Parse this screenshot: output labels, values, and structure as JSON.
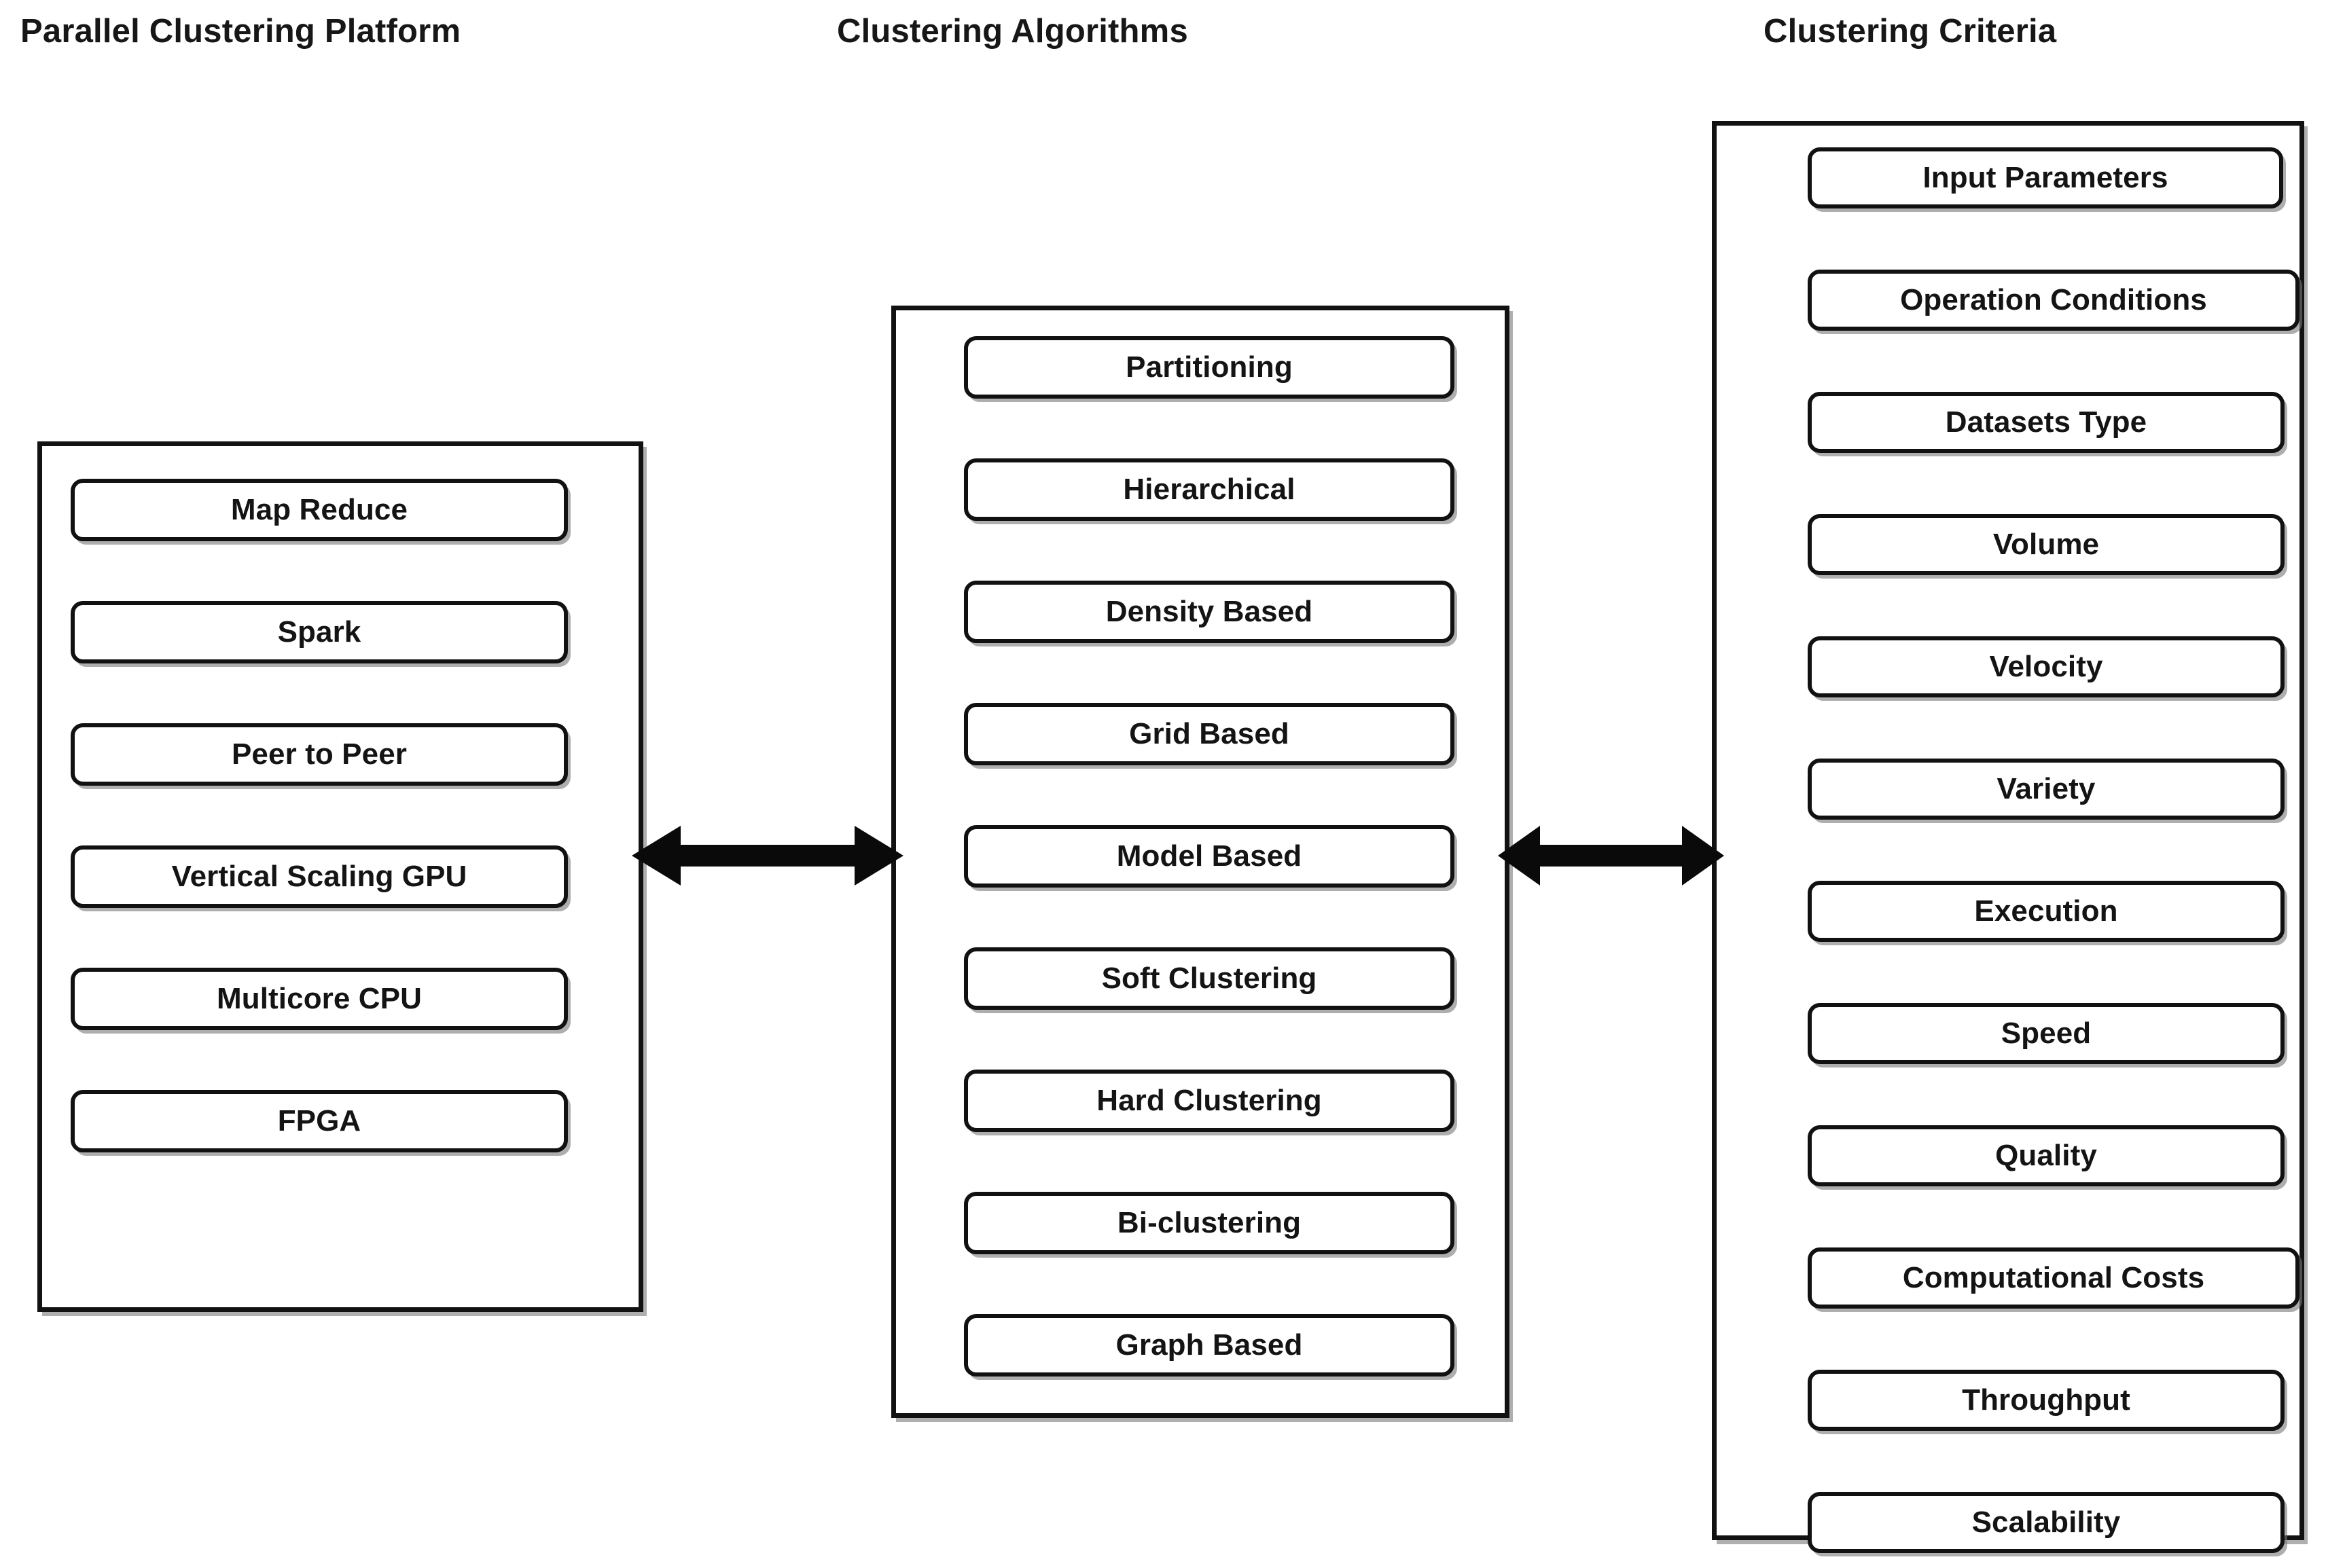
{
  "columns": [
    {
      "id": "platform",
      "title": "Parallel Clustering Platform",
      "items": [
        {
          "label": "Map Reduce"
        },
        {
          "label": "Spark"
        },
        {
          "label": "Peer to Peer"
        },
        {
          "label": "Vertical Scaling GPU"
        },
        {
          "label": "Multicore CPU"
        },
        {
          "label": "FPGA"
        }
      ]
    },
    {
      "id": "algorithms",
      "title": "Clustering Algorithms",
      "items": [
        {
          "label": "Partitioning"
        },
        {
          "label": "Hierarchical"
        },
        {
          "label": "Density Based"
        },
        {
          "label": "Grid Based"
        },
        {
          "label": "Model Based"
        },
        {
          "label": "Soft Clustering"
        },
        {
          "label": "Hard Clustering"
        },
        {
          "label": "Bi-clustering"
        },
        {
          "label": "Graph Based"
        }
      ]
    },
    {
      "id": "criteria",
      "title": "Clustering Criteria",
      "items": [
        {
          "label": "Input Parameters"
        },
        {
          "label": "Operation Conditions"
        },
        {
          "label": "Datasets Type"
        },
        {
          "label": "Volume"
        },
        {
          "label": "Velocity"
        },
        {
          "label": "Variety"
        },
        {
          "label": "Execution"
        },
        {
          "label": "Speed"
        },
        {
          "label": "Quality"
        },
        {
          "label": "Computational Costs"
        },
        {
          "label": "Throughput"
        },
        {
          "label": "Scalability"
        }
      ]
    }
  ],
  "connectors": [
    {
      "id": "platform-to-algorithms",
      "type": "double-headed-arrow"
    },
    {
      "id": "algorithms-to-criteria",
      "type": "double-headed-arrow"
    }
  ],
  "colors": {
    "stroke": "#111111",
    "text": "#141414",
    "background": "#ffffff",
    "shadow": "#6e6e6e"
  }
}
